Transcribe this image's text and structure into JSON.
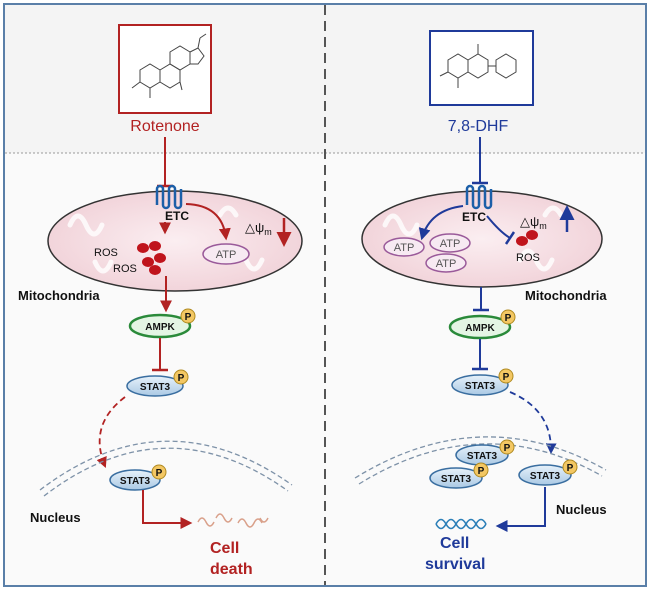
{
  "left": {
    "compound": "Rotenone",
    "etc": "ETC",
    "delta_psi": "△ψ",
    "delta_sub": "m",
    "atp": "ATP",
    "ros": [
      "ROS",
      "ROS"
    ],
    "mito": "Mitochondria",
    "ampk": "AMPK",
    "stat3": "STAT3",
    "stat3_nuc": "STAT3",
    "p": "P",
    "nucleus": "Nucleus",
    "outcome_l1": "Cell",
    "outcome_l2": "death"
  },
  "right": {
    "compound": "7,8-DHF",
    "etc": "ETC",
    "delta_psi": "△ψ",
    "delta_sub": "m",
    "atp": [
      "ATP",
      "ATP",
      "ATP"
    ],
    "ros": "ROS",
    "mito": "Mitochondria",
    "ampk": "AMPK",
    "stat3": "STAT3",
    "stat3_nuc": [
      "STAT3",
      "STAT3",
      "STAT3"
    ],
    "p": "P",
    "nucleus": "Nucleus",
    "outcome_l1": "Cell",
    "outcome_l2": "survival"
  },
  "colors": {
    "left_accent": "#b22222",
    "right_accent": "#1f3a9a",
    "mito_fill": "#f6dde2",
    "protein_fill": "#cfe3f3",
    "ampk_fill": "#d8f0d8",
    "p_fill": "#f3c763",
    "panel_bg": "#f4f4f4",
    "frame": "#5a7fa8"
  }
}
